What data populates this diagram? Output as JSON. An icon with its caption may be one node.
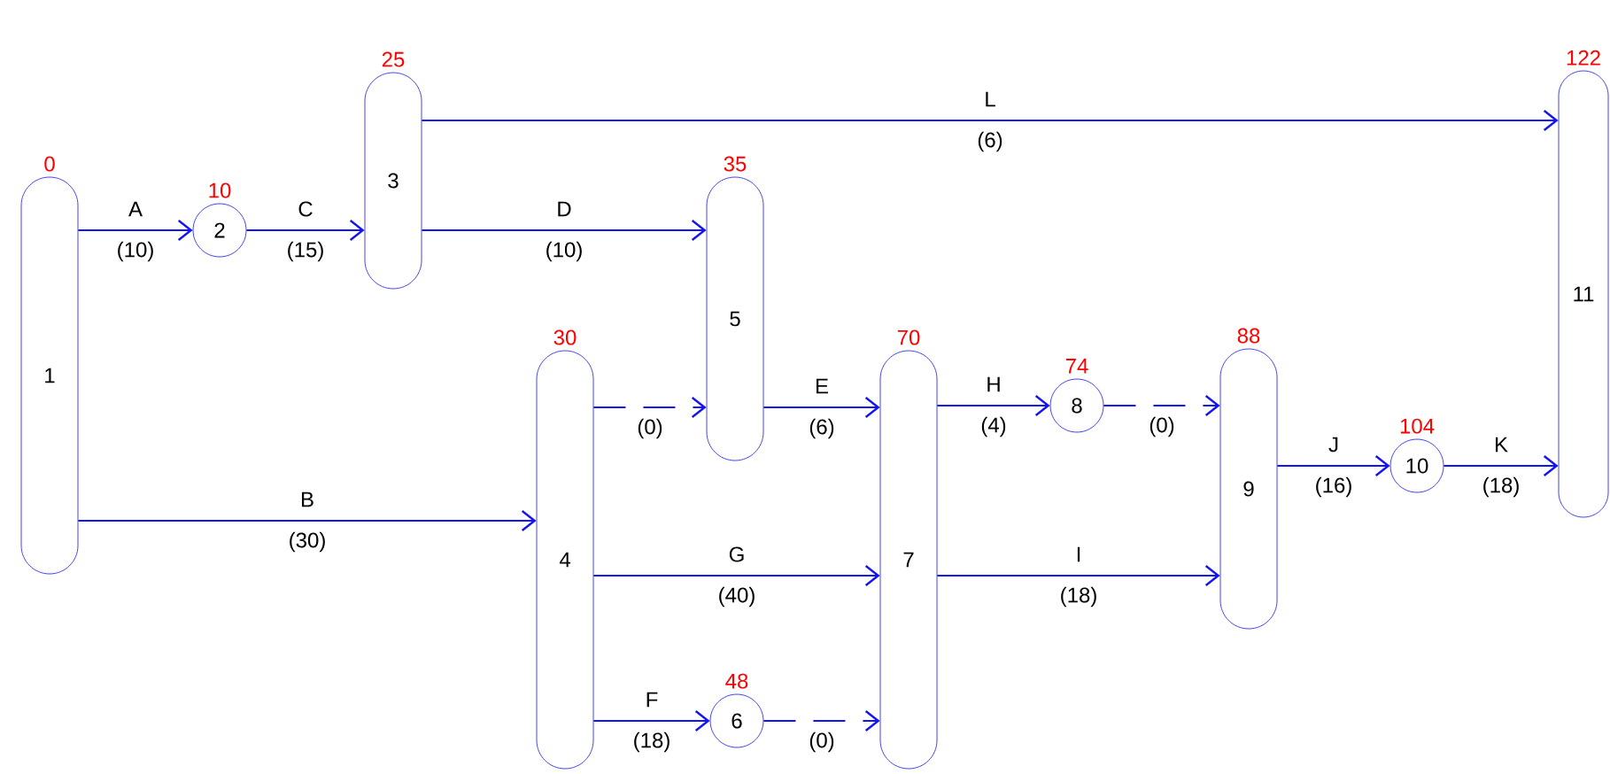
{
  "diagram": {
    "nodes": [
      {
        "text": [
          "1"
        ],
        "beside": [
          "0"
        ]
      },
      {
        "text": [
          "2"
        ],
        "beside": [
          "10"
        ]
      },
      {
        "text": [
          "3"
        ],
        "beside": [
          "25"
        ]
      },
      {
        "text": [
          "4"
        ],
        "beside": [
          "30"
        ]
      },
      {
        "text": [
          "5"
        ],
        "beside": [
          "35"
        ]
      },
      {
        "text": [
          "6"
        ],
        "beside": [
          "48"
        ]
      },
      {
        "text": [
          "7"
        ],
        "beside": [
          "70"
        ]
      },
      {
        "text": [
          "8"
        ],
        "beside": [
          "74"
        ]
      },
      {
        "text": [
          "9"
        ],
        "beside": [
          "88"
        ]
      },
      {
        "text": [
          "10"
        ],
        "beside": [
          "104"
        ]
      },
      {
        "text": [
          "11"
        ],
        "beside": [
          "122"
        ]
      }
    ],
    "edges": [
      {
        "from": 0,
        "to": 1,
        "arrow": "to",
        "label": "A"
      },
      {
        "from": 1,
        "to": 2,
        "arrow": "to",
        "label": "C"
      },
      {
        "from": 2,
        "to": 10,
        "arrow": "to",
        "label": "L"
      },
      {
        "from": 2,
        "to": 4,
        "arrow": "to",
        "label": "D"
      },
      {
        "from": 0,
        "to": 3,
        "arrow": "to",
        "label": "B"
      },
      {
        "from": 3,
        "to": 4,
        "arrow": "to",
        "label": "(0)",
        "style": "dashed"
      },
      {
        "from": 4,
        "to": 6,
        "arrow": "to",
        "label": "E"
      },
      {
        "from": 3,
        "to": 6,
        "arrow": "to",
        "label": "G"
      },
      {
        "from": 3,
        "to": 5,
        "arrow": "to",
        "label": "F"
      },
      {
        "from": 5,
        "to": 6,
        "arrow": "to",
        "label": "(0)",
        "style": "dashed"
      },
      {
        "from": 6,
        "to": 7,
        "arrow": "to",
        "label": "H"
      },
      {
        "from": 7,
        "to": 8,
        "arrow": "to",
        "label": "(0)",
        "style": "dashed"
      },
      {
        "from": 6,
        "to": 8,
        "arrow": "to",
        "label": "I"
      },
      {
        "from": 8,
        "to": 9,
        "arrow": "to",
        "label": "J"
      },
      {
        "from": 9,
        "to": 10,
        "arrow": "to",
        "label": "K"
      }
    ],
    "labels": [
      "(10)",
      "(15)",
      "(6)",
      "(10)",
      "(30)",
      "(6)",
      "(40)",
      "(18)",
      "(4)",
      "(18)",
      "(16)",
      "(18)"
    ]
  }
}
